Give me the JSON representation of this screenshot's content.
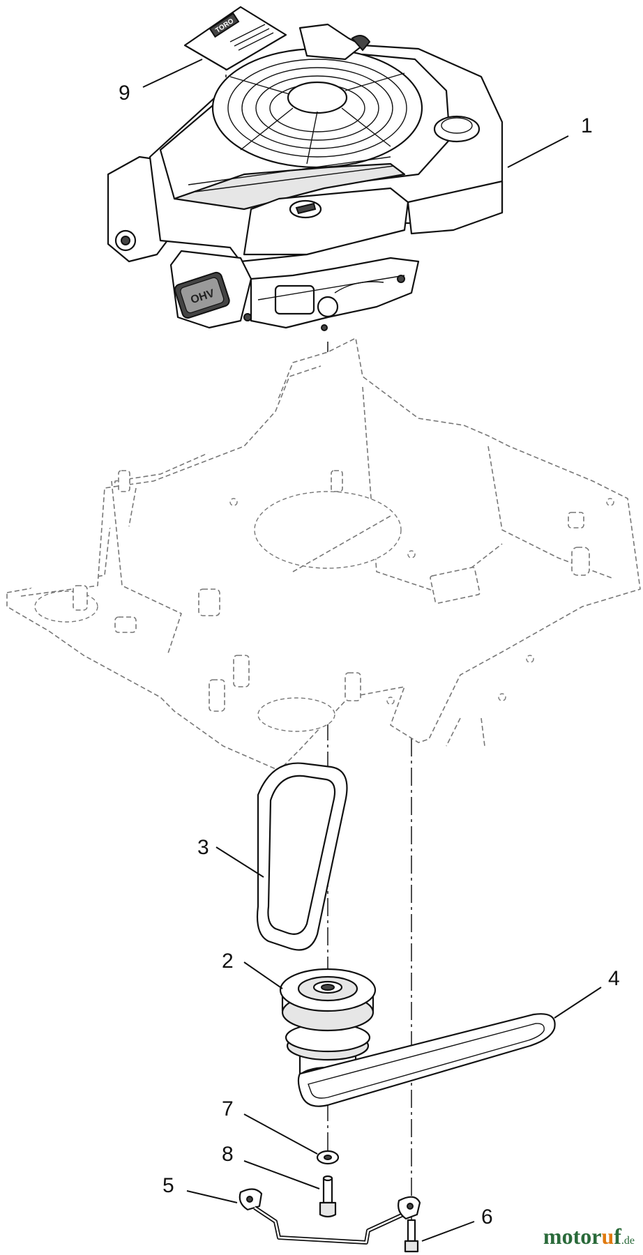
{
  "diagram": {
    "callouts": [
      {
        "id": "c1",
        "label": "1"
      },
      {
        "id": "c2",
        "label": "2"
      },
      {
        "id": "c3",
        "label": "3"
      },
      {
        "id": "c4",
        "label": "4"
      },
      {
        "id": "c5",
        "label": "5"
      },
      {
        "id": "c6",
        "label": "6"
      },
      {
        "id": "c7",
        "label": "7"
      },
      {
        "id": "c8",
        "label": "8"
      },
      {
        "id": "c9",
        "label": "9"
      }
    ],
    "engine_badge": "OHV",
    "decal_text": "TORO"
  },
  "watermark": {
    "part1": "motor",
    "part2": "u",
    "part3": "f",
    "suffix": ".de"
  },
  "colors": {
    "brand_green": "#2a6a3a",
    "brand_orange": "#e07a10"
  }
}
